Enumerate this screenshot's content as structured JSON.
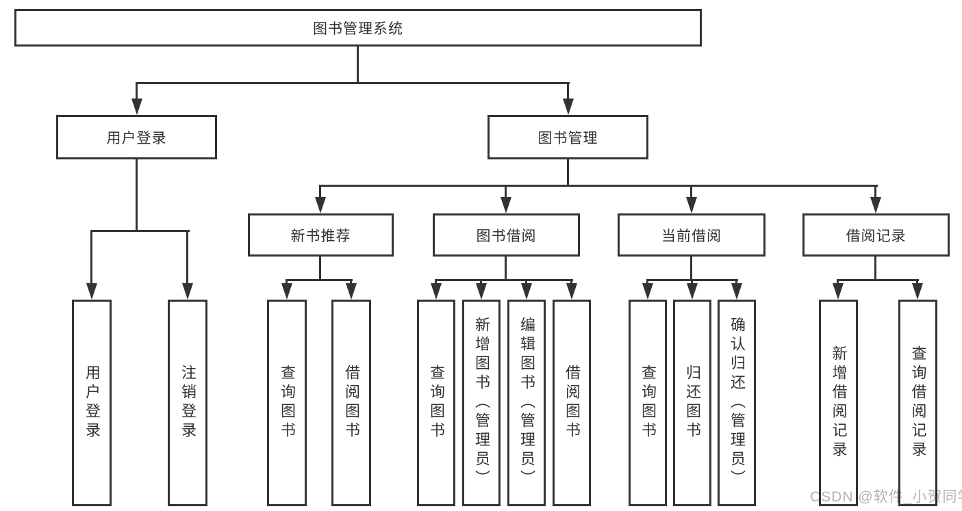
{
  "colors": {
    "line": "#333333",
    "text": "#333333",
    "background": "#ffffff",
    "watermark": "#b6b2b4"
  },
  "diagram": {
    "root": "图书管理系统",
    "branches": [
      {
        "label": "用户登录",
        "children": [
          "用户登录",
          "注销登录"
        ]
      },
      {
        "label": "图书管理",
        "children": [
          {
            "label": "新书推荐",
            "children": [
              "查询图书",
              "借阅图书"
            ]
          },
          {
            "label": "图书借阅",
            "children": [
              "查询图书",
              "新增图书（管理员）",
              "编辑图书（管理员）",
              "借阅图书"
            ]
          },
          {
            "label": "当前借阅",
            "children": [
              "查询图书",
              "归还图书",
              "确认归还（管理员）"
            ]
          },
          {
            "label": "借阅记录",
            "children": [
              "新增借阅记录",
              "查询借阅记录"
            ]
          }
        ]
      }
    ]
  },
  "watermark": "CSDN @软件_小贺同学"
}
